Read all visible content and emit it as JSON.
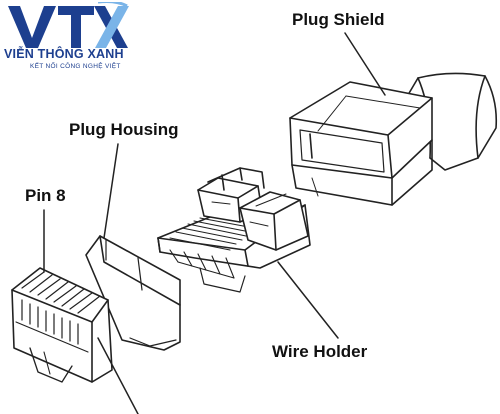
{
  "brand": {
    "logo_text": "VTX",
    "name": "VIỄN THÔNG XANH",
    "tagline": "KẾT NỐI CÔNG NGHỆ VIỆT",
    "colors": {
      "primary": "#1d3f8f",
      "accent": "#7ab4e8"
    }
  },
  "labels": {
    "plug_shield": "Plug Shield",
    "plug_housing": "Plug Housing",
    "pin_8": "Pin 8",
    "wire_holder": "Wire Holder"
  },
  "colors": {
    "line": "#222222",
    "label": "#111111"
  }
}
